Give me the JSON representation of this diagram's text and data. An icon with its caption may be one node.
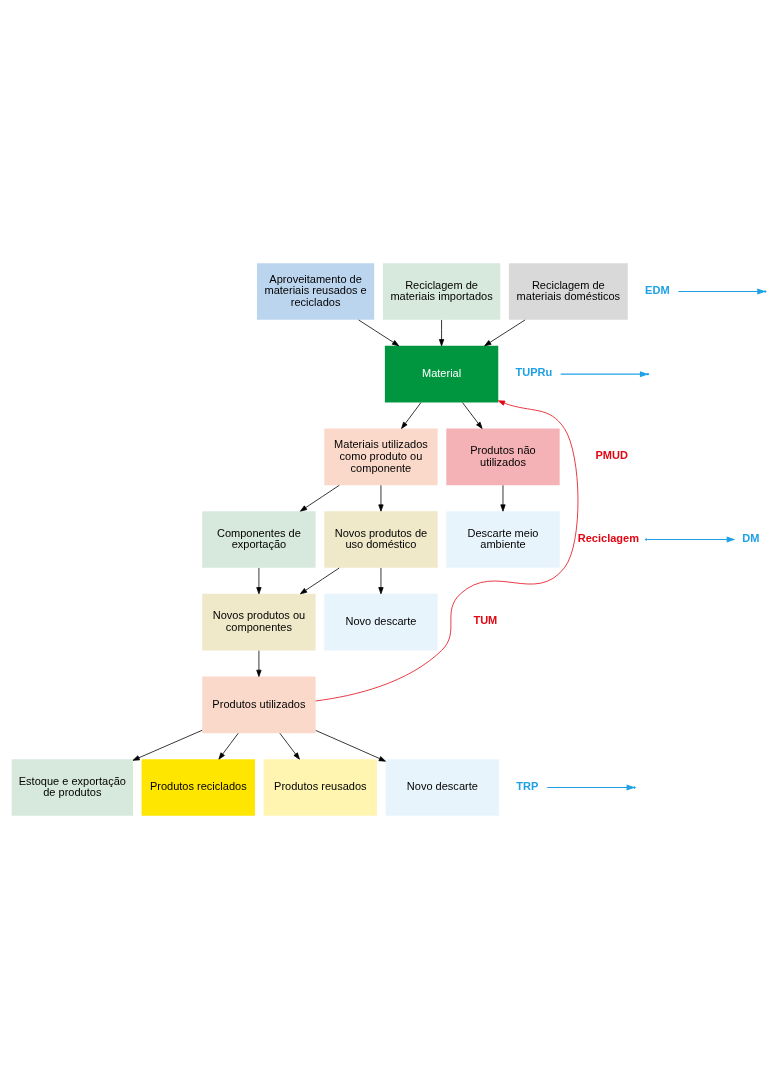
{
  "diagram": {
    "nodes": [
      {
        "text": [
          "Aproveitamento de materiais reusados e reciclados"
        ]
      },
      {
        "text": [
          "Reciclagem de materiais importados"
        ]
      },
      {
        "text": [
          "Reciclagem de materiais domésticos"
        ]
      },
      {
        "text": [
          "Material"
        ]
      },
      {
        "text": [
          "Materiais utilizados como produto ou componente"
        ]
      },
      {
        "text": [
          "Produtos não utilizados"
        ]
      },
      {
        "text": [
          "Componentes de exportação"
        ]
      },
      {
        "text": [
          "Novos produtos de uso doméstico"
        ]
      },
      {
        "text": [
          "Descarte meio ambiente"
        ]
      },
      {
        "text": [
          "Novos produtos ou componentes"
        ]
      },
      {
        "text": [
          "Novo descarte"
        ]
      },
      {
        "text": [
          "Produtos utilizados"
        ]
      },
      {
        "text": [
          "Estoque e exportação de produtos"
        ]
      },
      {
        "text": [
          "Produtos reciclados"
        ]
      },
      {
        "text": [
          "Produtos reusados"
        ]
      },
      {
        "text": [
          "Novo descarte"
        ]
      },
      {
        "text": [
          "EDM"
        ]
      },
      {
        "text": [
          "TUPRu"
        ]
      },
      {
        "text": [
          "DM"
        ]
      },
      {
        "text": [
          "TRP"
        ]
      }
    ],
    "edges": [
      {
        "from": 0,
        "to": 3,
        "arrow": "to"
      },
      {
        "from": 1,
        "to": 3,
        "arrow": "to"
      },
      {
        "from": 2,
        "to": 3,
        "arrow": "to"
      },
      {
        "from": 3,
        "to": 4,
        "arrow": "to"
      },
      {
        "from": 3,
        "to": 5,
        "arrow": "to"
      },
      {
        "from": 4,
        "to": 6,
        "arrow": "to"
      },
      {
        "from": 4,
        "to": 7,
        "arrow": "to"
      },
      {
        "from": 5,
        "to": 8,
        "arrow": "to"
      },
      {
        "from": 6,
        "to": 9,
        "arrow": "to"
      },
      {
        "from": 7,
        "to": 9,
        "arrow": "to"
      },
      {
        "from": 7,
        "to": 10,
        "arrow": "to"
      },
      {
        "from": 9,
        "to": 11,
        "arrow": "to"
      },
      {
        "from": 11,
        "to": 12,
        "arrow": "to"
      },
      {
        "from": 11,
        "to": 13,
        "arrow": "to"
      },
      {
        "from": 11,
        "to": 14,
        "arrow": "to"
      },
      {
        "from": 11,
        "to": 15,
        "arrow": "to"
      },
      {
        "from": 11,
        "to": 3,
        "arrow": "to",
        "label": "Reciclagem",
        "color": "#e30613"
      },
      {
        "from": 16,
        "to": null,
        "arrow": "to",
        "color": "#1ea0e6"
      },
      {
        "from": 17,
        "to": null,
        "arrow": "to",
        "color": "#1ea0e6"
      },
      {
        "from": null,
        "to": 18,
        "arrow": "to",
        "color": "#1ea0e6"
      },
      {
        "from": 19,
        "to": null,
        "arrow": "to",
        "color": "#1ea0e6"
      }
    ],
    "labels": [
      "PMUD",
      "TUM"
    ]
  }
}
